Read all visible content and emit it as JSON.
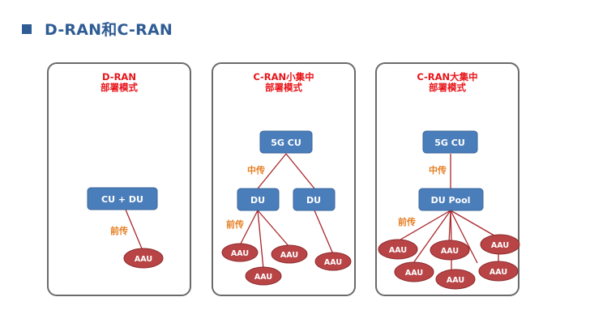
{
  "header": {
    "title": "D-RAN和C-RAN"
  },
  "colors": {
    "box_fill": "#4a7ebb",
    "box_stroke": "#3a659a",
    "aau_fill": "#b84446",
    "aau_stroke": "#8c2a2c",
    "line": "#a8262b",
    "panel_title": "#e8141a",
    "link_label": "#e67e22",
    "title": "#2e5c94"
  },
  "panels": [
    {
      "title_line1": "D-RAN",
      "title_line2": "部署模式",
      "top_node": null,
      "mid_nodes": [
        "CU + DU"
      ],
      "midhaul_label": null,
      "fronthaul_label": "前传",
      "aau_label": "AAU",
      "aau_count": 1
    },
    {
      "title_line1": "C-RAN小集中",
      "title_line2": "部署模式",
      "top_node": "5G CU",
      "mid_nodes": [
        "DU",
        "DU"
      ],
      "midhaul_label": "中传",
      "fronthaul_label": "前传",
      "aau_label": "AAU",
      "aau_count": 4
    },
    {
      "title_line1": "C-RAN大集中",
      "title_line2": "部署模式",
      "top_node": "5G CU",
      "mid_nodes": [
        "DU Pool"
      ],
      "midhaul_label": "中传",
      "fronthaul_label": "前传",
      "aau_label": "AAU",
      "aau_count": 6
    }
  ]
}
